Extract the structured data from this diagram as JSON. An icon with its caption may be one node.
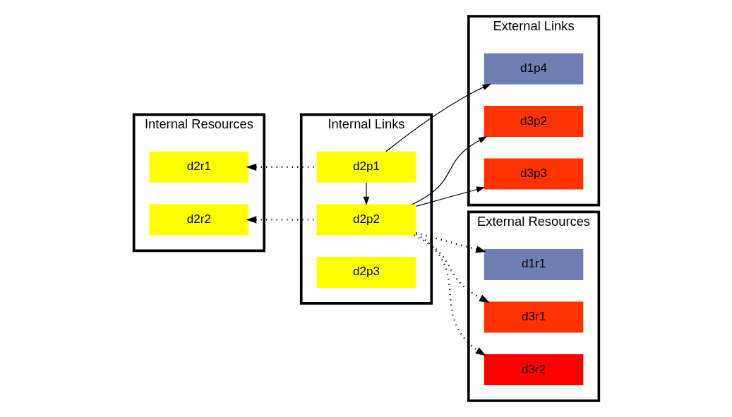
{
  "diagram": {
    "nodes": [
      {
        "text": [
          "Internal Resources"
        ]
      },
      {
        "text": [
          "Internal Links"
        ]
      },
      {
        "text": [
          "External Resources"
        ]
      },
      {
        "text": [
          "External Links"
        ]
      },
      {
        "text": [
          "d2p1"
        ],
        "in": 1
      },
      {
        "text": [
          "d1p4"
        ],
        "in": 3
      },
      {
        "text": [
          "d1r1"
        ],
        "in": 2
      },
      {
        "text": [
          "d3r1"
        ],
        "in": 2
      },
      {
        "text": [
          "d2r1"
        ],
        "in": 0
      },
      {
        "text": [
          "d2p2"
        ],
        "in": 1
      },
      {
        "text": [
          "d3r2"
        ],
        "in": 2
      },
      {
        "text": [
          "d2r2"
        ],
        "in": 0
      },
      {
        "text": [
          "d3p2"
        ],
        "in": 3
      },
      {
        "text": [
          "d2p3"
        ],
        "in": 1
      },
      {
        "text": [
          "d3p3"
        ],
        "in": 3
      }
    ],
    "edges": [
      {
        "from": 4,
        "to": 5,
        "arrow": "to"
      },
      {
        "from": 4,
        "to": 9,
        "arrow": "to"
      },
      {
        "from": 4,
        "to": 8,
        "arrow": "to",
        "style": "dashed"
      },
      {
        "from": 9,
        "to": 11,
        "arrow": "to",
        "style": "dashed"
      },
      {
        "from": 9,
        "to": 6,
        "arrow": "to",
        "style": "dashed"
      },
      {
        "from": 9,
        "to": 7,
        "arrow": "to",
        "style": "dashed"
      },
      {
        "from": 9,
        "to": 10,
        "arrow": "to",
        "style": "dashed"
      },
      {
        "from": 9,
        "to": 12,
        "arrow": "to"
      },
      {
        "from": 9,
        "to": 14,
        "arrow": "to"
      }
    ]
  }
}
